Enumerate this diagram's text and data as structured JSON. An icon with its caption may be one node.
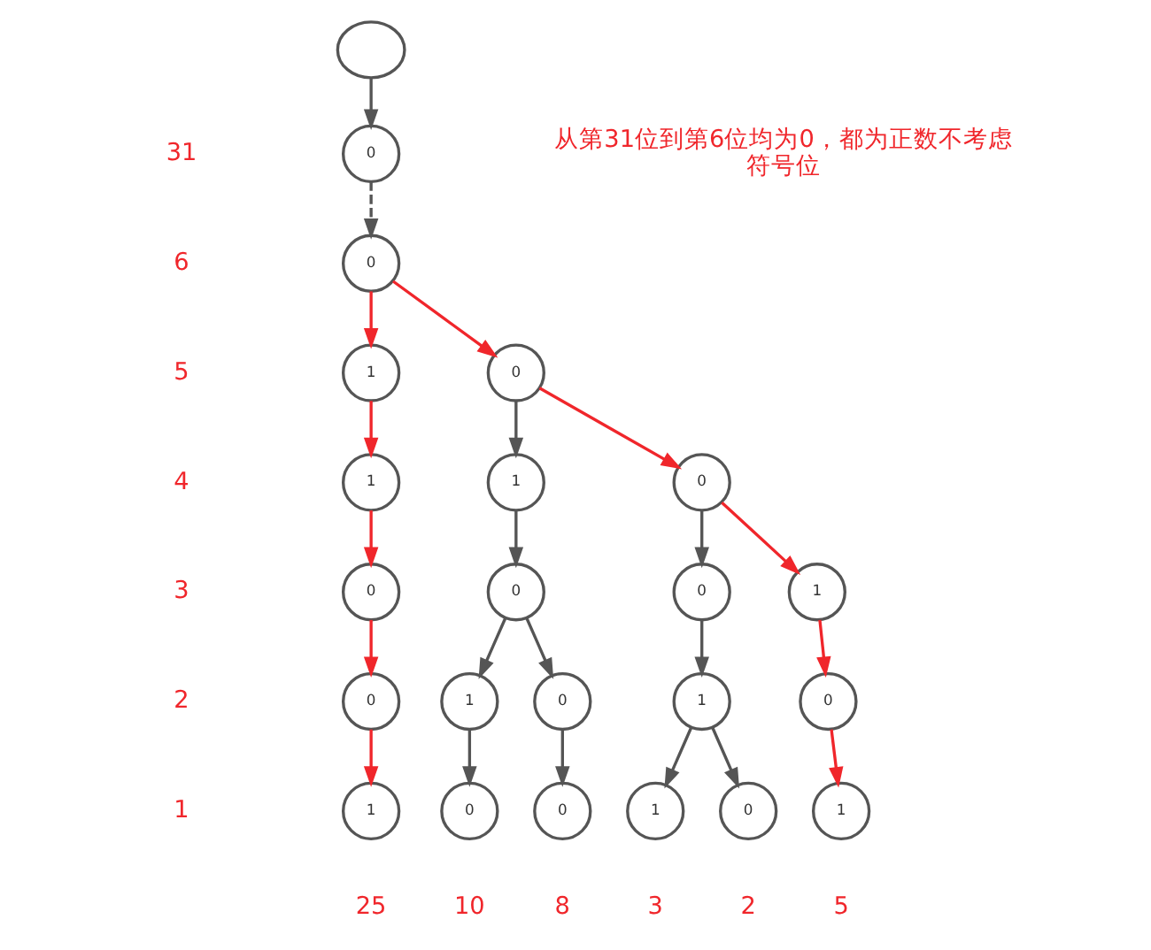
{
  "diagram": {
    "nodes": [
      {
        "text": [],
        "shape": "circle"
      },
      {
        "text": [
          "0"
        ]
      },
      {
        "text": [
          "0"
        ]
      },
      {
        "text": [
          "1"
        ]
      },
      {
        "text": [
          "0"
        ]
      },
      {
        "text": [
          "1"
        ]
      },
      {
        "text": [
          "1"
        ]
      },
      {
        "text": [
          "0"
        ]
      },
      {
        "text": [
          "0"
        ]
      },
      {
        "text": [
          "0"
        ]
      },
      {
        "text": [
          "1"
        ]
      },
      {
        "text": [
          "0"
        ]
      },
      {
        "text": [
          "0"
        ]
      },
      {
        "text": [
          "1"
        ]
      },
      {
        "text": [
          "0"
        ]
      },
      {
        "text": [
          "0"
        ]
      },
      {
        "text": [
          "1"
        ]
      },
      {
        "text": [
          "1"
        ],
        "beside": [
          "25"
        ]
      },
      {
        "text": [
          "0"
        ],
        "beside": [
          "10"
        ]
      },
      {
        "text": [
          "0"
        ],
        "beside": [
          "8"
        ]
      },
      {
        "text": [
          "1"
        ],
        "beside": [
          "5"
        ]
      },
      {
        "text": [
          "1"
        ],
        "beside": [
          "3"
        ]
      },
      {
        "text": [
          "0"
        ],
        "beside": [
          "2"
        ]
      }
    ],
    "edges": [
      {
        "from": 0,
        "to": 1,
        "arrow": "to"
      },
      {
        "from": 1,
        "to": 2,
        "arrow": "to",
        "style": "dashed"
      },
      {
        "from": 2,
        "to": 3,
        "arrow": "to",
        "color": "#f0262b"
      },
      {
        "from": 2,
        "to": 4,
        "arrow": "to",
        "color": "#f0262b"
      },
      {
        "from": 3,
        "to": 5,
        "arrow": "to",
        "color": "#f0262b"
      },
      {
        "from": 4,
        "to": 6,
        "arrow": "to"
      },
      {
        "from": 4,
        "to": 7,
        "arrow": "to",
        "color": "#f0262b"
      },
      {
        "from": 5,
        "to": 8,
        "arrow": "to",
        "color": "#f0262b"
      },
      {
        "from": 6,
        "to": 9,
        "arrow": "to"
      },
      {
        "from": 7,
        "to": 10,
        "arrow": "to",
        "color": "#f0262b"
      },
      {
        "from": 7,
        "to": 11,
        "arrow": "to"
      },
      {
        "from": 8,
        "to": 12,
        "arrow": "to",
        "color": "#f0262b"
      },
      {
        "from": 9,
        "to": 13,
        "arrow": "to"
      },
      {
        "from": 9,
        "to": 14,
        "arrow": "to"
      },
      {
        "from": 10,
        "to": 15,
        "arrow": "to",
        "color": "#f0262b"
      },
      {
        "from": 11,
        "to": 16,
        "arrow": "to"
      },
      {
        "from": 12,
        "to": 17,
        "arrow": "to",
        "color": "#f0262b"
      },
      {
        "from": 13,
        "to": 18,
        "arrow": "to"
      },
      {
        "from": 14,
        "to": 19,
        "arrow": "to"
      },
      {
        "from": 15,
        "to": 20,
        "arrow": "to",
        "color": "#f0262b"
      },
      {
        "from": 16,
        "to": 21,
        "arrow": "to"
      },
      {
        "from": 16,
        "to": 22,
        "arrow": "to"
      }
    ],
    "labels": [
      "31",
      "从第31位到第6位均为0，都为正数不考虑符号位",
      "6",
      "5",
      "4",
      "3",
      "2",
      "1"
    ]
  }
}
